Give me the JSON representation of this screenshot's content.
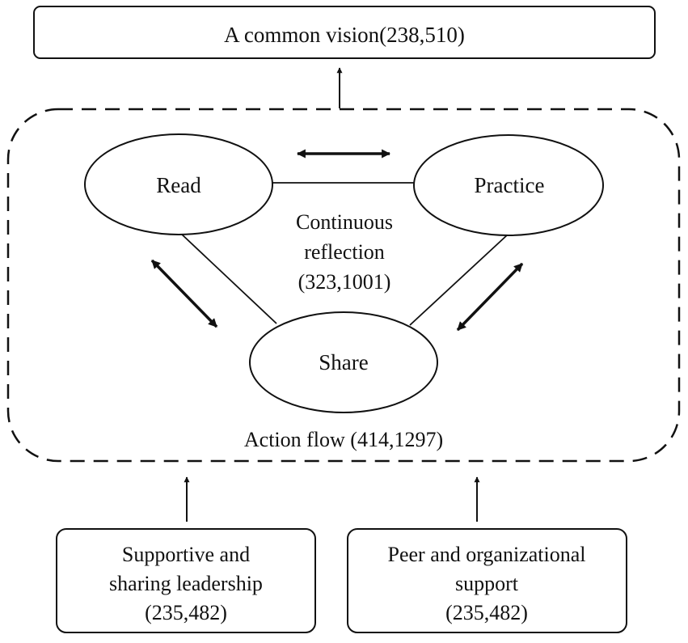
{
  "vision": {
    "label": "A common vision(238,510)"
  },
  "cycle": {
    "read": "Read",
    "practice": "Practice",
    "share": "Share",
    "center_lines": [
      "Continuous",
      "reflection",
      "(323,1001)"
    ],
    "footer": "Action flow (414,1297)"
  },
  "supports": {
    "left_lines": [
      "Supportive and",
      "sharing leadership",
      "(235,482)"
    ],
    "right_lines": [
      "Peer and organizational",
      "support",
      "(235,482)"
    ]
  },
  "colors": {
    "stroke": "#111111",
    "background": "#ffffff"
  }
}
